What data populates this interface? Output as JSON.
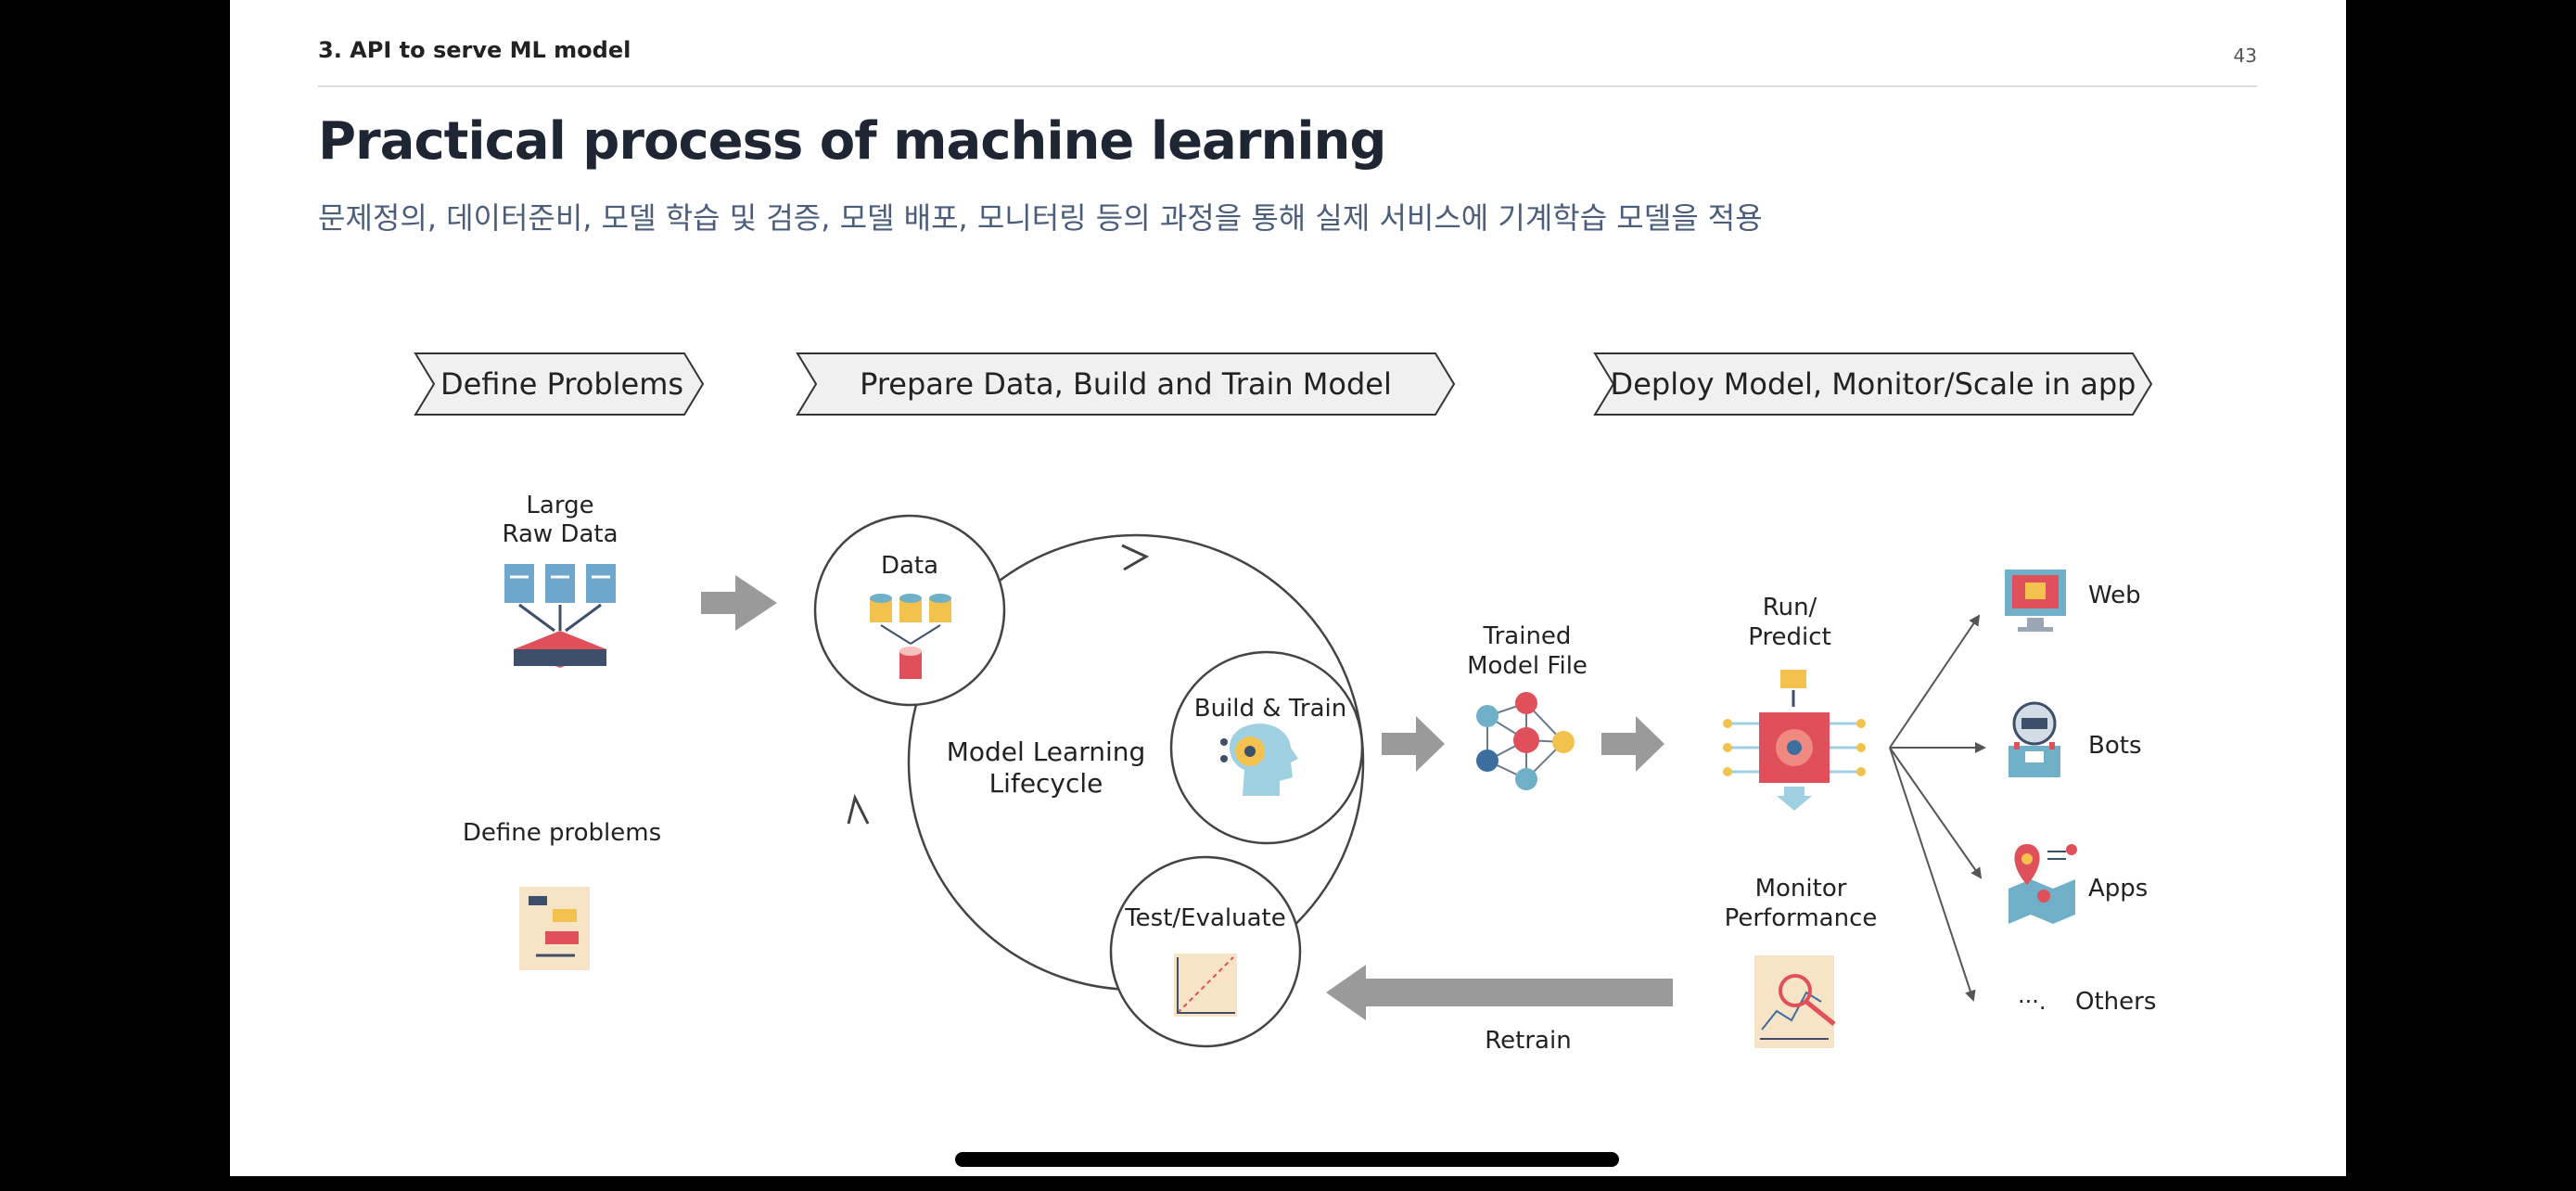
{
  "header": {
    "section": "3. API to serve ML model",
    "page_number": "43",
    "title": "Practical process of machine learning",
    "subtitle": "문제정의, 데이터준비, 모델 학습 및 검증, 모델 배포, 모니터링 등의 과정을 통해 실제 서비스에 기계학습 모델을 적용"
  },
  "phases": [
    "Define Problems",
    "Prepare Data, Build and Train Model",
    "Deploy Model, Monitor/Scale in app"
  ],
  "define": {
    "raw_data_line1": "Large",
    "raw_data_line2": "Raw Data",
    "define_problems": "Define problems"
  },
  "lifecycle": {
    "center_line1": "Model Learning",
    "center_line2": "Lifecycle",
    "data": "Data",
    "build_train": "Build & Train",
    "test_evaluate": "Test/Evaluate"
  },
  "deploy": {
    "trained_line1": "Trained",
    "trained_line2": "Model File",
    "run_line1": "Run/",
    "run_line2": "Predict",
    "monitor_line1": "Monitor",
    "monitor_line2": "Performance",
    "retrain": "Retrain"
  },
  "targets": {
    "web": "Web",
    "bots": "Bots",
    "apps": "Apps",
    "others_prefix": "···.",
    "others": "Others"
  },
  "colors": {
    "arrow_gray": "#9a9a9a",
    "banner_fill": "#f0f0f0",
    "red": "#e0505a",
    "blue": "#3d6e9e",
    "teal": "#6fb0c8",
    "yellow": "#f2c14e"
  }
}
